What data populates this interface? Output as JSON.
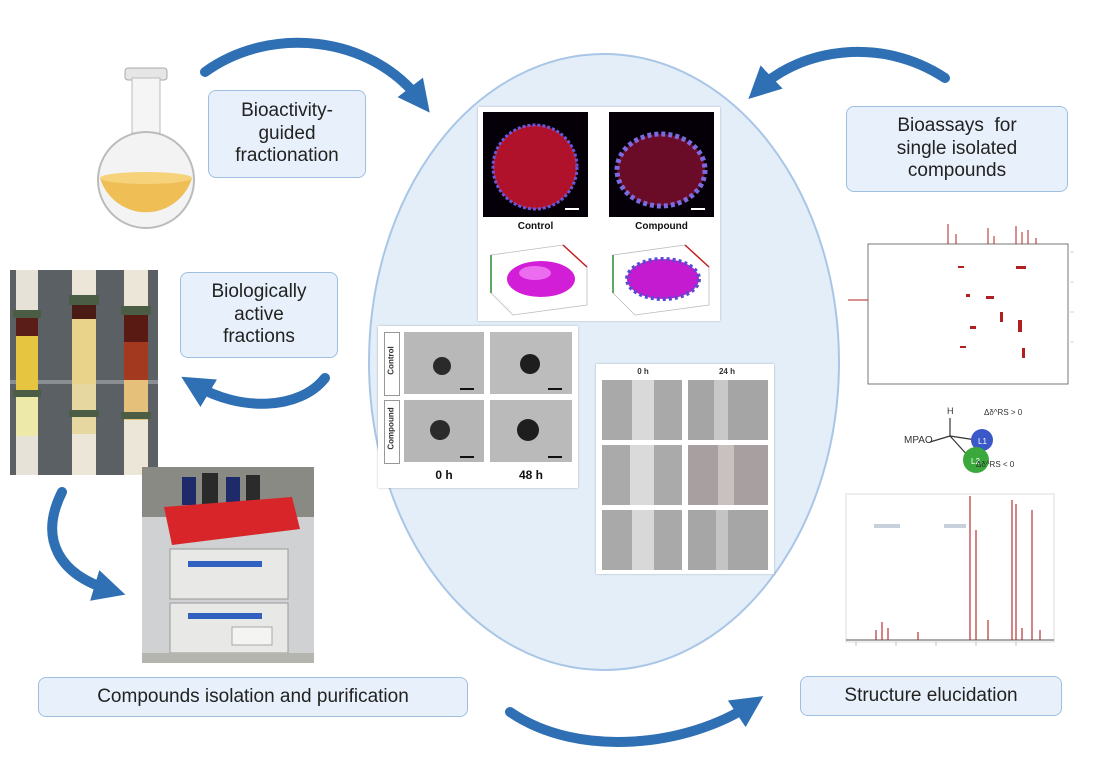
{
  "labels": {
    "fractionation": [
      "Bioactivity-",
      "guided",
      "fractionation"
    ],
    "active_fractions": [
      "Biologically",
      "active",
      "fractions"
    ],
    "bioassays": [
      "Bioassays  for",
      "single isolated",
      "compounds"
    ],
    "isolation": "Compounds isolation and purification",
    "structure": "Structure elucidation"
  },
  "microscopy": {
    "control": "Control",
    "compound": "Compound"
  },
  "spheroid_growth": {
    "row_control": "Control",
    "row_compound": "Compound",
    "col_0h": "0 h",
    "col_48h": "48 h"
  },
  "wound_assay": {
    "col_0h": "0 h",
    "col_24h": "24 h"
  },
  "nmr_model": {
    "mpao": "MPAO",
    "h": "H",
    "delta_pos": "Δδ^RS > 0",
    "delta_neg": "Δδ^RS < 0",
    "l1": "L1",
    "l2": "L2"
  },
  "colors": {
    "arrow": "#2f6fb3",
    "box_fill": "#e8f1fb",
    "box_border": "#9fbfe0",
    "ellipse_fill": "#e3eef9",
    "ellipse_border": "#a9c6e6",
    "magenta": "#d21ed6",
    "nmr_red": "#b02020"
  }
}
